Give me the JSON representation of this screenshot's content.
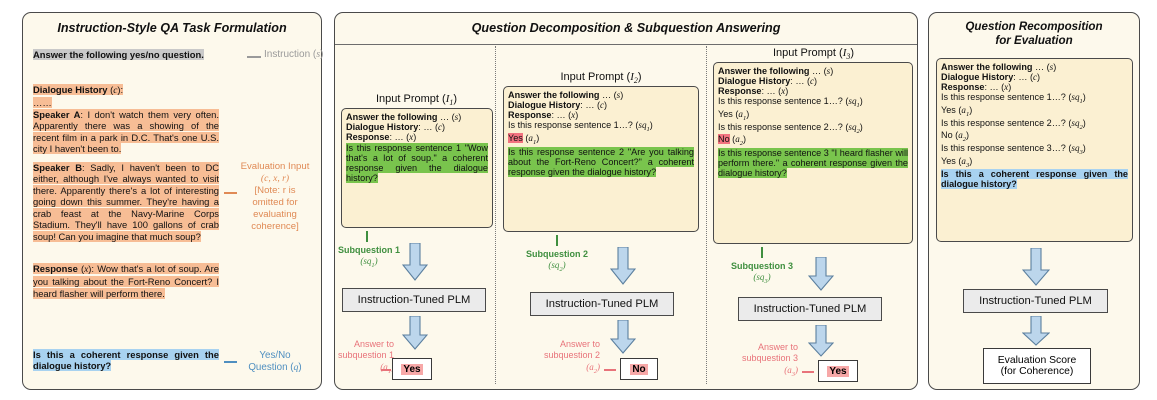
{
  "figure": {
    "panels": [
      {
        "id": "left",
        "title": "Instruction-Style QA Task Formulation"
      },
      {
        "id": "middle",
        "title": "Question Decomposition & Subquestion Answering"
      },
      {
        "id": "right",
        "title": "Question Recomposition\nfor Evaluation"
      }
    ]
  },
  "left_panel": {
    "title": "Instruction-Style QA Task Formulation",
    "instruction_text": "Answer the following yes/no question.",
    "instruction_label": "Instruction (s)",
    "instruction_label_var": "s",
    "dialogue_header": "Dialogue History",
    "dialogue_header_var": "c",
    "dialogue_ellipsis": "……",
    "speaker_a_name": "Speaker A",
    "speaker_a_text": ": I don't watch them very often. Apparently there was a showing of the recent film in a park in D.C. That's one U.S. city I haven't been to.",
    "speaker_b_name": "Speaker B",
    "speaker_b_text": ": Sadly, I haven't been to DC either, although I've always wanted to visit there. Apparently there's a lot of interesting going down this summer. They're having a crab feast at the Navy-Marine Corps Stadium. They'll have 100 gallons of crab soup! Can you imagine that much soup?",
    "response_label": "Response",
    "response_var": "x",
    "response_text": ": Wow that's a lot of soup. Are you talking about the Fort-Reno Concert? I heard flasher will perform there.",
    "question_text": "Is this a coherent response given the dialogue history?",
    "eval_input_label_line1": "Evaluation Input",
    "eval_input_label_line2": "(c, x, r)",
    "eval_note_line1": "[Note: r is",
    "eval_note_line2": "omitted for",
    "eval_note_line3": "evaluating",
    "eval_note_line4": "coherence]",
    "yesno_label_line1": "Yes/No",
    "yesno_label_line2": "Question (q)"
  },
  "middle_panel": {
    "title": "Question Decomposition & Subquestion Answering",
    "columns": [
      {
        "prompt_title": "Input Prompt (I1)",
        "prompt_title_base": "Input Prompt (I",
        "prompt_title_sub": "1",
        "lines": [
          {
            "bold": "Answer the following",
            "rest": " … (s)"
          },
          {
            "bold": "Dialogue History",
            "rest": ": … (c)"
          },
          {
            "bold": "Response",
            "rest": ": … (x)"
          }
        ],
        "highlight_question": "Is this response sentence 1 \"Wow that's a lot of soup.\" a coherent response given the dialogue history?",
        "subquestion_label": "Subquestion 1",
        "subquestion_var": "(sq1)",
        "plm_label": "Instruction-Tuned PLM",
        "answer_label_line1": "Answer to",
        "answer_label_line2": "subquestion 1",
        "answer_var": "(a1)",
        "answer_value": "Yes"
      },
      {
        "prompt_title": "Input Prompt (I2)",
        "prompt_title_base": "Input Prompt (I",
        "prompt_title_sub": "2",
        "lines": [
          {
            "bold": "Answer the following",
            "rest": " … (s)"
          },
          {
            "bold": "Dialogue History",
            "rest": ": … (c)"
          },
          {
            "bold": "Response",
            "rest": ": … (x)"
          }
        ],
        "prior_question_1": "Is this response sentence 1…? (sq1)",
        "prior_answer_1": "Yes",
        "prior_answer_1_var": "(a1)",
        "highlight_question": "Is this response sentence 2 \"Are you talking about the Fort-Reno Concert?\" a coherent response given the dialogue history?",
        "subquestion_label": "Subquestion 2",
        "subquestion_var": "(sq2)",
        "plm_label": "Instruction-Tuned PLM",
        "answer_label_line1": "Answer to",
        "answer_label_line2": "subquestion 2",
        "answer_var": "(a2)",
        "answer_value": "No"
      },
      {
        "prompt_title": "Input Prompt (I3)",
        "prompt_title_base": "Input Prompt (I",
        "prompt_title_sub": "3",
        "lines": [
          {
            "bold": "Answer the following",
            "rest": " … (s)"
          },
          {
            "bold": "Dialogue History",
            "rest": ": … (c)"
          },
          {
            "bold": "Response",
            "rest": ": … (x)"
          }
        ],
        "prior_question_1": "Is this response sentence 1…? (sq1)",
        "prior_answer_1": "Yes",
        "prior_answer_1_var": "(a1)",
        "prior_question_2": "Is this response sentence 2…? (sq2)",
        "prior_answer_2": "No",
        "prior_answer_2_var": "(a2)",
        "highlight_question": "Is this response sentence 3 \"I heard flasher will perform there.\" a coherent response given the dialogue history?",
        "subquestion_label": "Subquestion 3",
        "subquestion_var": "(sq3)",
        "plm_label": "Instruction-Tuned PLM",
        "answer_label_line1": "Answer to",
        "answer_label_line2": "subquestion 3",
        "answer_var": "(a3)",
        "answer_value": "Yes"
      }
    ]
  },
  "right_panel": {
    "title_line1": "Question Recomposition",
    "title_line2": "for Evaluation",
    "lines": [
      {
        "bold": "Answer the following",
        "rest": " … (s)"
      },
      {
        "bold": "Dialogue History",
        "rest": ": … (c)"
      },
      {
        "bold": "Response",
        "rest": ": … (x)"
      }
    ],
    "q1": "Is this response sentence 1…? (sq1)",
    "a1": "Yes (a1)",
    "q2": "Is this response sentence 2…? (sq2)",
    "a2": "No (a2)",
    "q3": "Is this response sentence 3…? (sq3)",
    "a3": "Yes (a3)",
    "final_question": "Is this a coherent response given the dialogue history?",
    "plm_label": "Instruction-Tuned PLM",
    "score_line1": "Evaluation Score",
    "score_line2": "(for Coherence)"
  },
  "colors": {
    "panel_bg": "#fdf9ec",
    "prompt_bg": "#fbf0d2",
    "highlight_green": "#79c44d",
    "highlight_orange": "#f7bd95",
    "highlight_blue": "#a8d2f0",
    "highlight_gray": "#c9c9c9",
    "highlight_red": "#f2737f",
    "highlight_pink": "#f7a8a8",
    "arrow_blue": "#bcd6ec",
    "green_text": "#3f8f3f",
    "red_text": "#e8737a",
    "orange_text": "#e08a55",
    "blue_text": "#4f8fc0"
  }
}
